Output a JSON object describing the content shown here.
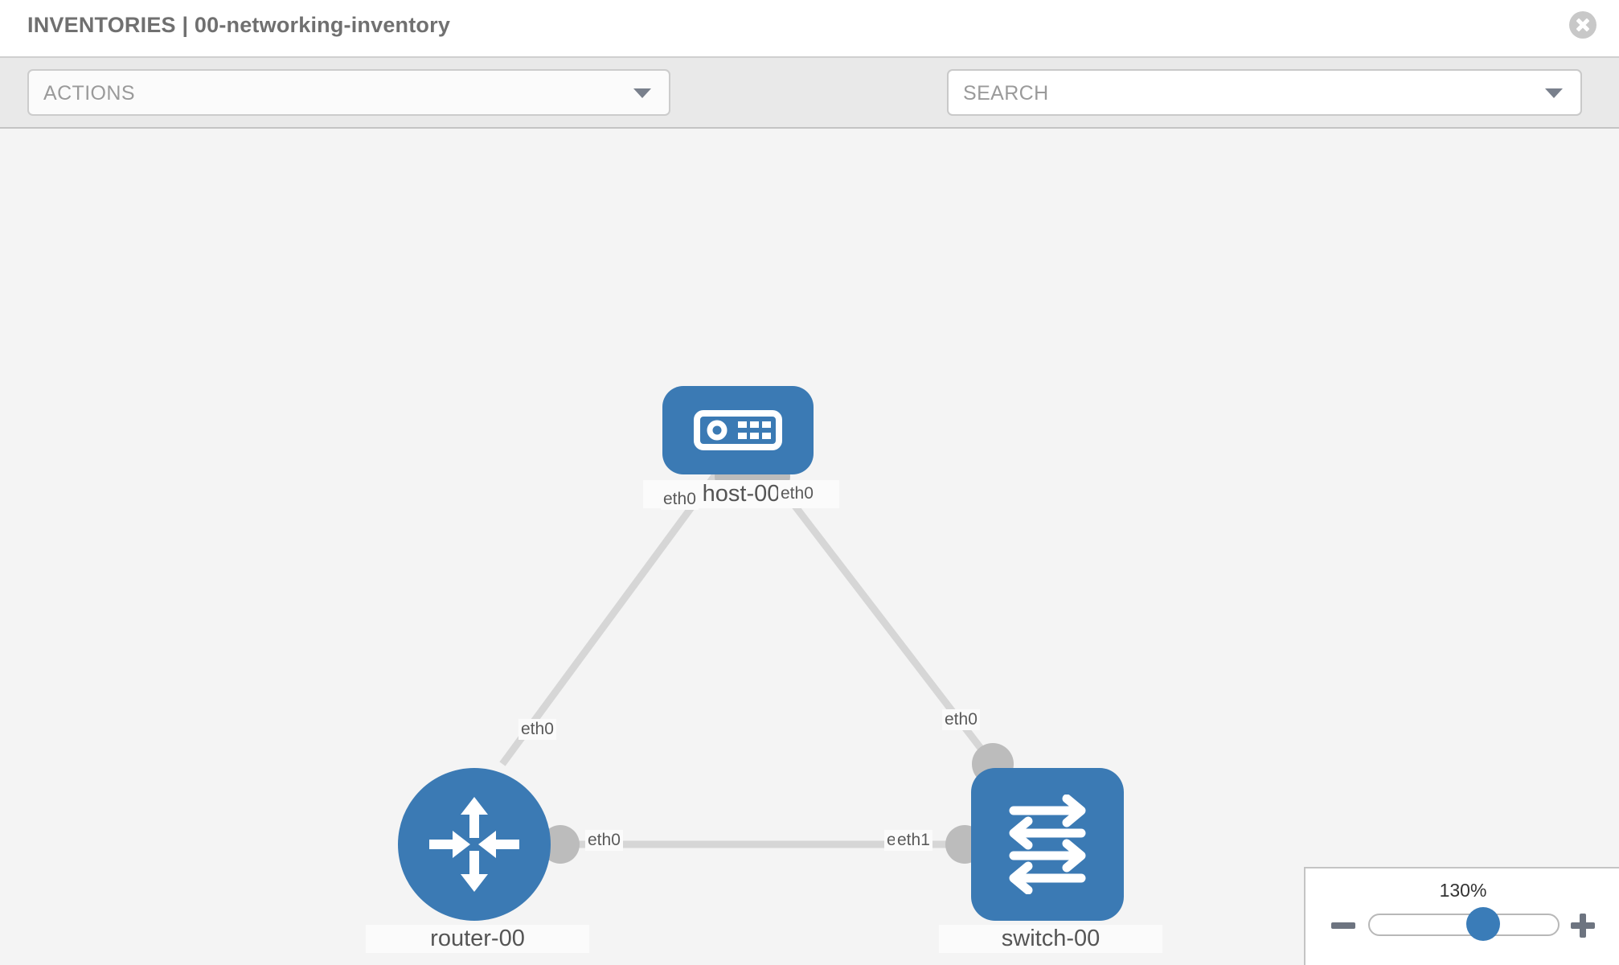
{
  "header": {
    "title": "INVENTORIES | 00-networking-inventory",
    "close_icon": "close-circle-icon"
  },
  "toolbar": {
    "actions_label": "ACTIONS",
    "actions_caret_icon": "chevron-down-icon",
    "wrench_icon": "wrench-icon",
    "key_icon": "key-icon",
    "search_placeholder": "SEARCH",
    "search_value": "",
    "search_caret_icon": "chevron-down-icon"
  },
  "topology": {
    "nodes": [
      {
        "id": "host-00",
        "label": "host-00",
        "type": "host",
        "icon": "server-device-icon",
        "shape": "rounded-rect",
        "color": "#3b7ab4"
      },
      {
        "id": "router-00",
        "label": "router-00",
        "type": "router",
        "icon": "router-four-arrows-icon",
        "shape": "circle",
        "color": "#3b7ab4"
      },
      {
        "id": "switch-00",
        "label": "switch-00",
        "type": "switch",
        "icon": "switch-arrows-icon",
        "shape": "rounded-square",
        "color": "#3b7ab4"
      }
    ],
    "edges": [
      {
        "from": "host-00",
        "to": "router-00",
        "from_label": "eth0",
        "to_label": "eth0"
      },
      {
        "from": "host-00",
        "to": "switch-00",
        "from_label": "eth0",
        "to_label": "eth0"
      },
      {
        "from": "router-00",
        "to": "switch-00",
        "from_label": "eth0",
        "to_label_a": "eth0",
        "to_label_b": "eth1"
      }
    ],
    "edge_color": "#d6d6d6",
    "connector_color": "#bcbcbc"
  },
  "zoom_control": {
    "value_label": "130%",
    "minus_label": "minus-icon",
    "plus_label": "plus-icon",
    "slider_position_percent": 62
  }
}
